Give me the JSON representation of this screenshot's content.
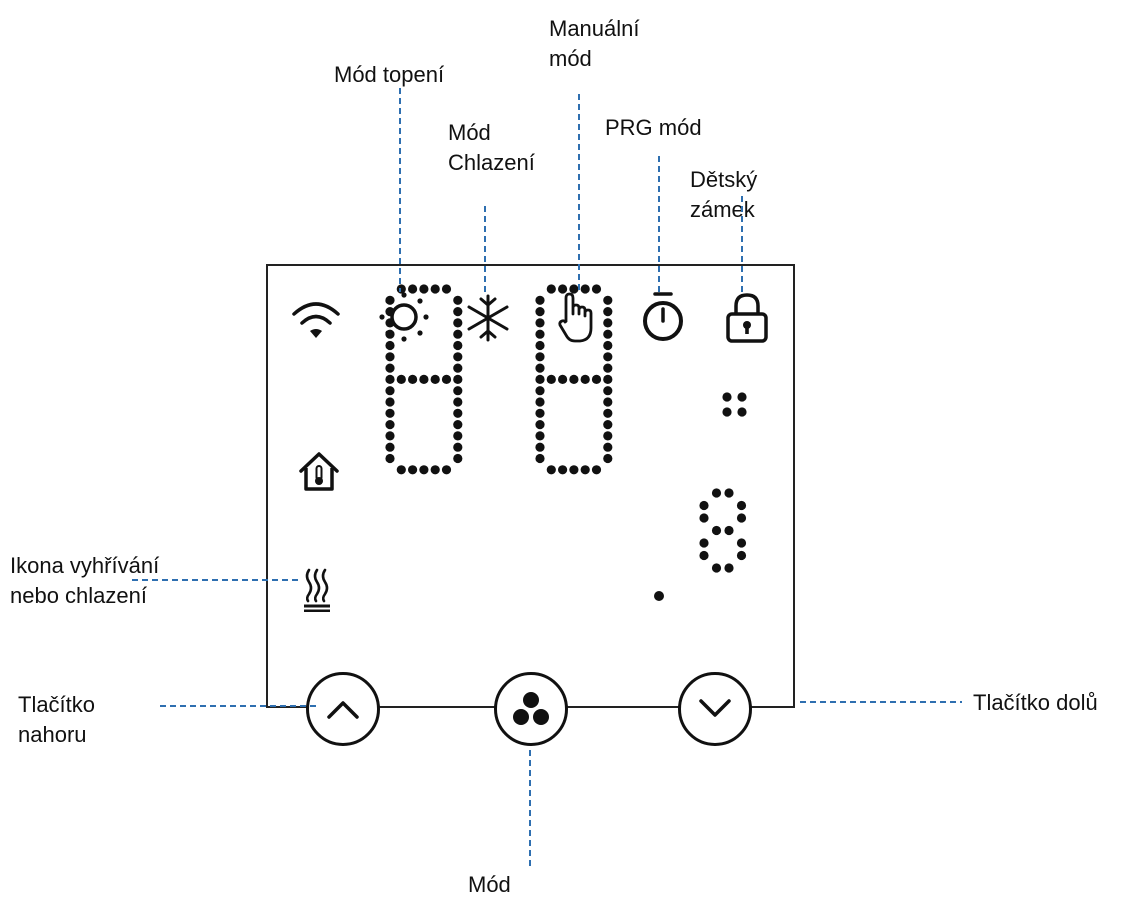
{
  "labels": {
    "heat_mode": "Mód topení",
    "cool_mode": [
      "Mód",
      "Chlazení"
    ],
    "manual_mode": [
      "Manuální",
      "mód"
    ],
    "prg_mode": "PRG mód",
    "child_lock": [
      "Dětský",
      "zámek"
    ],
    "heating_icon": [
      "Ikona vyhřívání",
      "nebo chlazení"
    ],
    "up_button": [
      "Tlačítko",
      "nahoru"
    ],
    "down_button": "Tlačítko dolů",
    "mode_button": "Mód"
  },
  "display": {
    "segments": "88.8",
    "status_icons": [
      "wifi-icon",
      "sun-icon",
      "snowflake-icon",
      "hand-icon",
      "timer-icon",
      "lock-icon"
    ],
    "side_icons": [
      "home-thermometer-icon",
      "heat-waves-icon"
    ],
    "buttons": [
      "up-button",
      "mode-button",
      "down-button"
    ]
  },
  "colors": {
    "leader_line": "#2e6fb0",
    "ink": "#111111"
  }
}
